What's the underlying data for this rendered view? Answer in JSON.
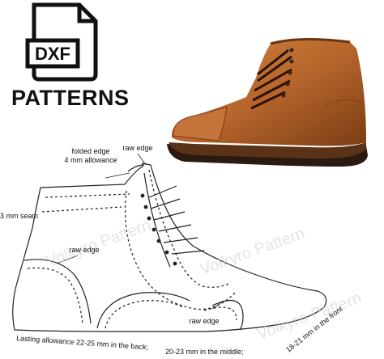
{
  "logo": {
    "badge_text": "DXF",
    "title": "PATTERNS"
  },
  "labels": {
    "folded_edge": "folded edge",
    "allowance": "4 mm allowance",
    "raw_edge_top": "raw edge",
    "seam": "3 mm seam",
    "raw_edge_left": "raw edge",
    "raw_edge_bottom": "raw edge",
    "lasting_back": "Lasting allowance 22-25 mm in the back;",
    "lasting_middle": "20-23 mm in the middle;",
    "lasting_front": "18-21 mm in the front"
  },
  "watermark": "Volkyro Pattern",
  "colors": {
    "leather": "#b8662c",
    "leather_dark": "#7a3d14",
    "sole": "#2a1a10",
    "line": "#222222"
  }
}
